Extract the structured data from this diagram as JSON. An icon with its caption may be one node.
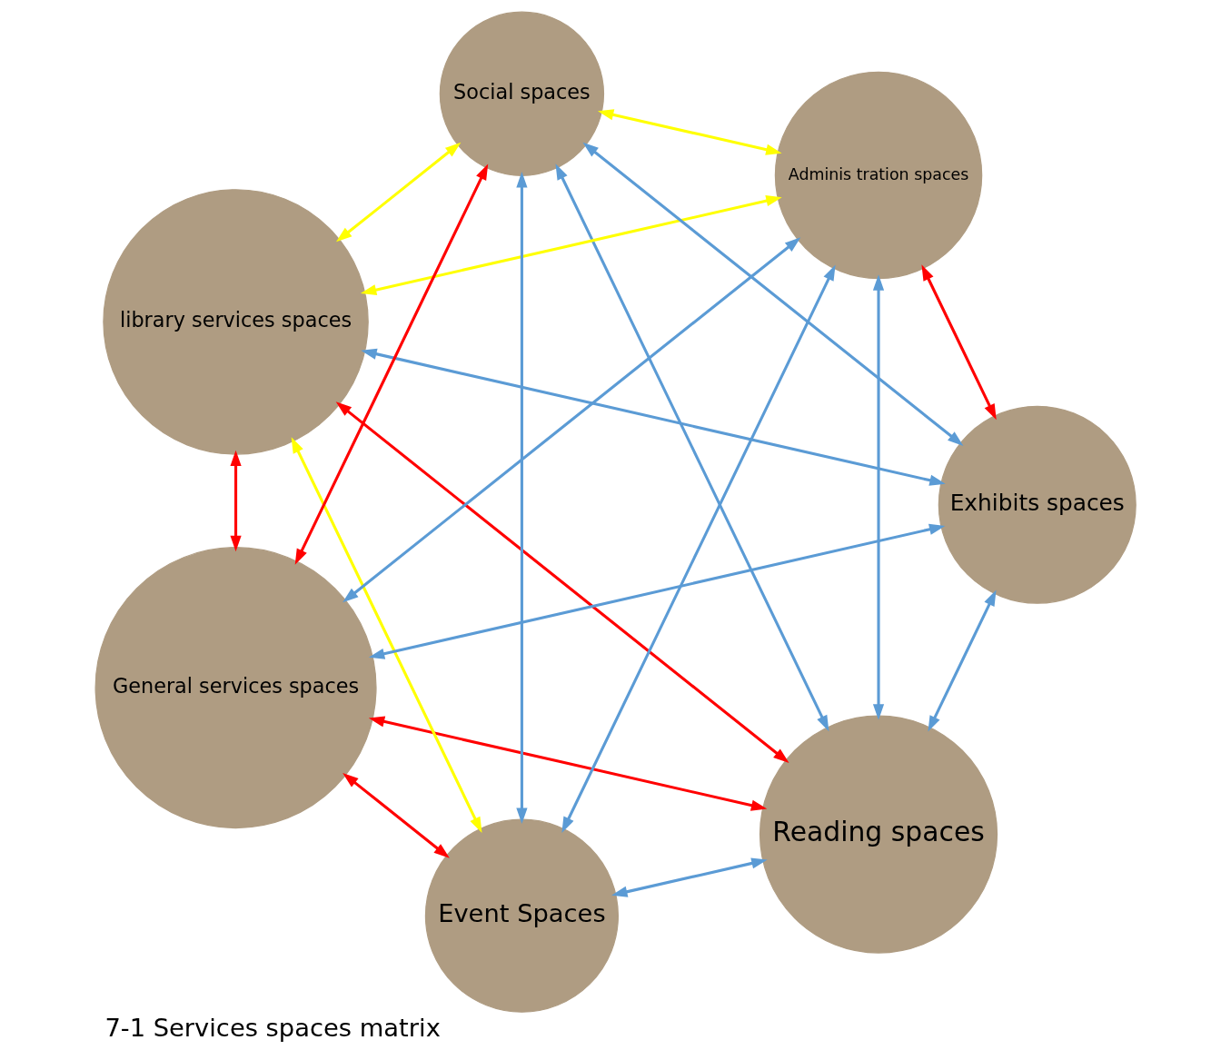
{
  "diagram": {
    "caption": "7-1 Services spaces matrix",
    "nodes": [
      {
        "text": [
          "Reading spaces"
        ]
      },
      {
        "text": [
          "library services spaces"
        ]
      },
      {
        "text": [
          "Exhibits spaces"
        ]
      },
      {
        "text": [
          "Social spaces"
        ]
      },
      {
        "text": [
          "General services spaces"
        ]
      },
      {
        "text": [
          "Event Spaces"
        ]
      },
      {
        "text": [
          "Adminis tration spaces"
        ]
      }
    ],
    "edges": [
      {
        "from": 0,
        "to": 1,
        "arrow": "both",
        "color": "#ff0000"
      },
      {
        "from": 1,
        "to": 2,
        "arrow": "both"
      },
      {
        "from": 0,
        "to": 2,
        "arrow": "both"
      },
      {
        "from": 0,
        "to": 3,
        "arrow": "both"
      },
      {
        "from": 0,
        "to": 5,
        "arrow": "both"
      },
      {
        "from": 0,
        "to": 6,
        "arrow": "both"
      },
      {
        "from": 0,
        "to": 4,
        "arrow": "both",
        "color": "#ff0000"
      },
      {
        "from": 1,
        "to": 3,
        "arrow": "both",
        "color": "#ffff00"
      },
      {
        "from": 1,
        "to": 5,
        "arrow": "both",
        "color": "#ffff00"
      },
      {
        "from": 1,
        "to": 6,
        "arrow": "both",
        "color": "#ffff00"
      },
      {
        "from": 1,
        "to": 4,
        "arrow": "both",
        "color": "#ff0000"
      },
      {
        "from": 2,
        "to": 3,
        "arrow": "both"
      },
      {
        "from": 2,
        "to": 4,
        "arrow": "both"
      },
      {
        "from": 2,
        "to": 6,
        "arrow": "both",
        "color": "#ff0000"
      },
      {
        "from": 3,
        "to": 4,
        "arrow": "both",
        "color": "#ff0000"
      },
      {
        "from": 3,
        "to": 6,
        "arrow": "both",
        "color": "#ffff00"
      },
      {
        "from": 3,
        "to": 5,
        "arrow": "both"
      },
      {
        "from": 4,
        "to": 5,
        "arrow": "both",
        "color": "#ff0000"
      },
      {
        "from": 4,
        "to": 6,
        "arrow": "both"
      },
      {
        "from": 5,
        "to": 6,
        "arrow": "both"
      }
    ]
  }
}
